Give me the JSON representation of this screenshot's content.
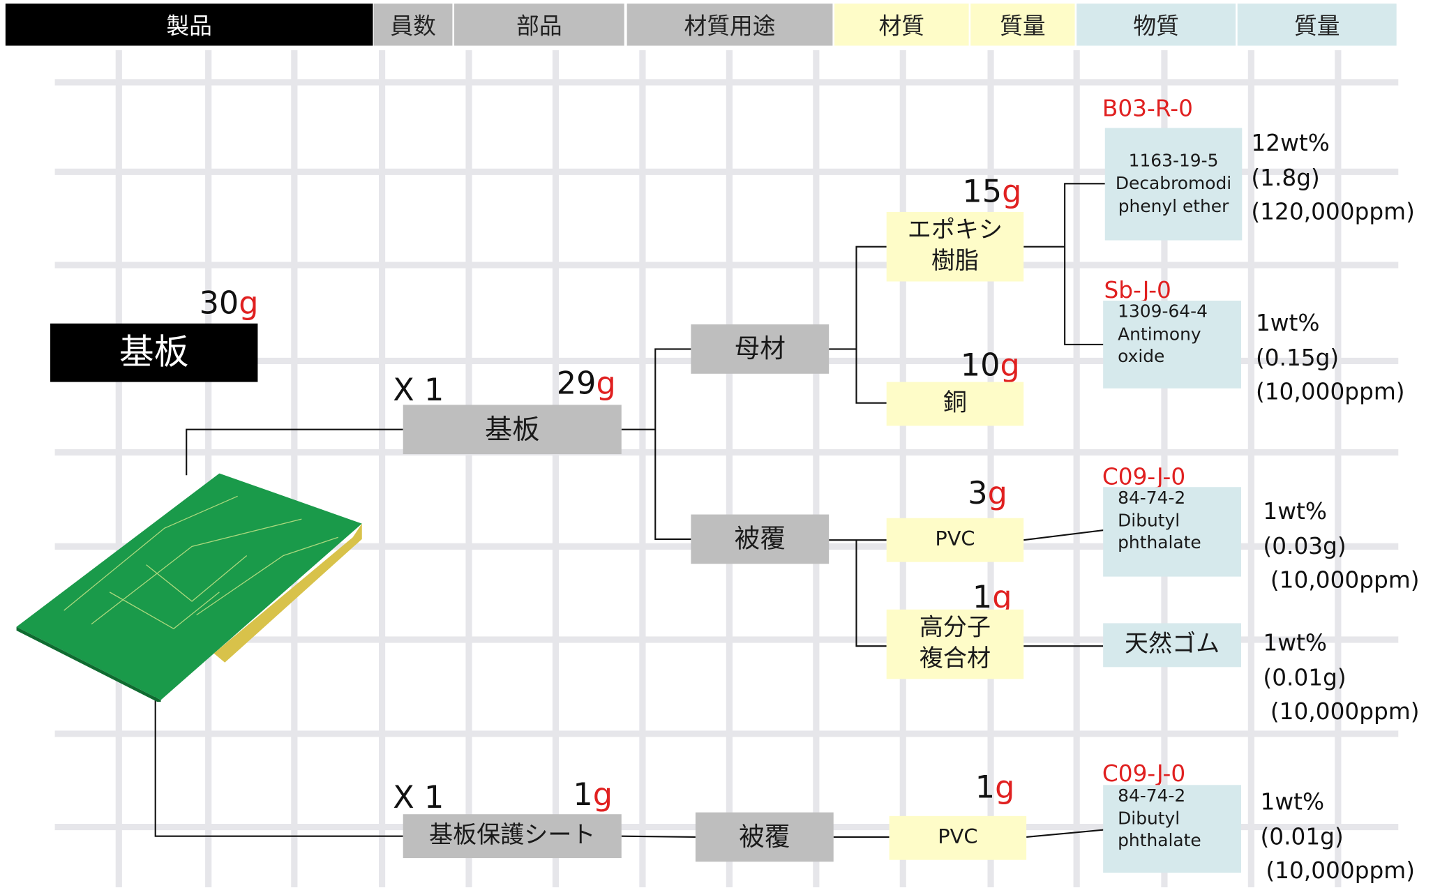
{
  "header": {
    "product": "製品",
    "count": "員数",
    "part": "部品",
    "usage": "材質用途",
    "material": "材質",
    "material_mass": "質量",
    "substance": "物質",
    "substance_mass": "質量"
  },
  "colors": {
    "header_black": "#000000",
    "header_gray": "#bebebe",
    "header_yellow": "#fefcc8",
    "header_blue": "#d6e9ec",
    "accent_red": "#e02020",
    "board_green": "#1a9a4a"
  },
  "product": {
    "label": "基板",
    "mass_value": "30",
    "unit": "g"
  },
  "parts": [
    {
      "multiplier": "X 1",
      "label": "基板",
      "mass_value": "29",
      "unit": "g"
    },
    {
      "multiplier": "X 1",
      "label": "基板保護シート",
      "mass_value": "1",
      "unit": "g"
    }
  ],
  "usages": [
    "母材",
    "被覆",
    "被覆"
  ],
  "materials": [
    {
      "label": "エポキシ樹脂",
      "mass_value": "15",
      "unit": "g"
    },
    {
      "label": "銅",
      "mass_value": "10",
      "unit": "g"
    },
    {
      "label": "PVC",
      "mass_value": "3",
      "unit": "g"
    },
    {
      "label": "高分子複合材",
      "mass_value": "1",
      "unit": "g"
    },
    {
      "label": "PVC",
      "mass_value": "1",
      "unit": "g"
    }
  ],
  "substances": [
    {
      "code": "B03-R-0",
      "cas": "1163-19-5",
      "name": "Decabromodiphenyl ether",
      "wt": "12wt%",
      "grams": "(1.8g)",
      "ppm": "(120,000ppm)"
    },
    {
      "code": "Sb-J-0",
      "cas": "1309-64-4",
      "name": "Antimony oxide",
      "wt": "1wt%",
      "grams": "(0.15g)",
      "ppm": "(10,000ppm)"
    },
    {
      "code": "C09-J-0",
      "cas": "84-74-2",
      "name": "Dibutyl phthalate",
      "wt": "1wt%",
      "grams": "(0.03g)",
      "ppm": "(10,000ppm)"
    },
    {
      "code": "",
      "cas": "",
      "name": "天然ゴム",
      "wt": "1wt%",
      "grams": "(0.01g)",
      "ppm": "(10,000ppm)"
    },
    {
      "code": "C09-J-0",
      "cas": "84-74-2",
      "name": "Dibutyl phthalate",
      "wt": "1wt%",
      "grams": "(0.01g)",
      "ppm": "(10,000ppm)"
    }
  ]
}
